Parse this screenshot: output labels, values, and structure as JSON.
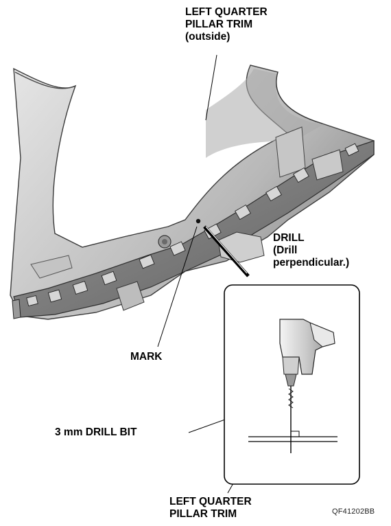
{
  "callouts": {
    "top_trim": [
      "LEFT QUARTER",
      "PILLAR TRIM",
      "(outside)"
    ],
    "drill": [
      "DRILL",
      "(Drill",
      "perpendicular.)"
    ],
    "mark": "MARK",
    "drill_bit": "3 mm DRILL BIT",
    "bottom_trim": [
      "LEFT QUARTER",
      "PILLAR TRIM"
    ]
  },
  "figure_code": "QF41202BB"
}
